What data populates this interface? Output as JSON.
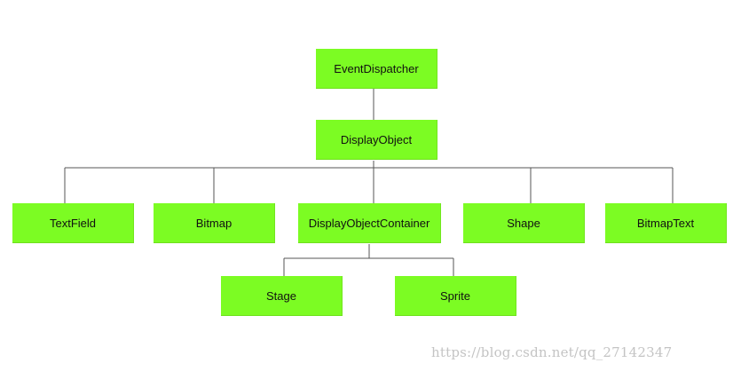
{
  "diagram": {
    "nodes": {
      "event_dispatcher": "EventDispatcher",
      "display_object": "DisplayObject",
      "text_field": "TextField",
      "bitmap": "Bitmap",
      "display_object_container": "DisplayObjectContainer",
      "shape": "Shape",
      "bitmap_text": "BitmapText",
      "stage": "Stage",
      "sprite": "Sprite"
    },
    "node_color": "#7cfc23",
    "connector_color": "#555555"
  },
  "watermark": "https://blog.csdn.net/qq_27142347"
}
